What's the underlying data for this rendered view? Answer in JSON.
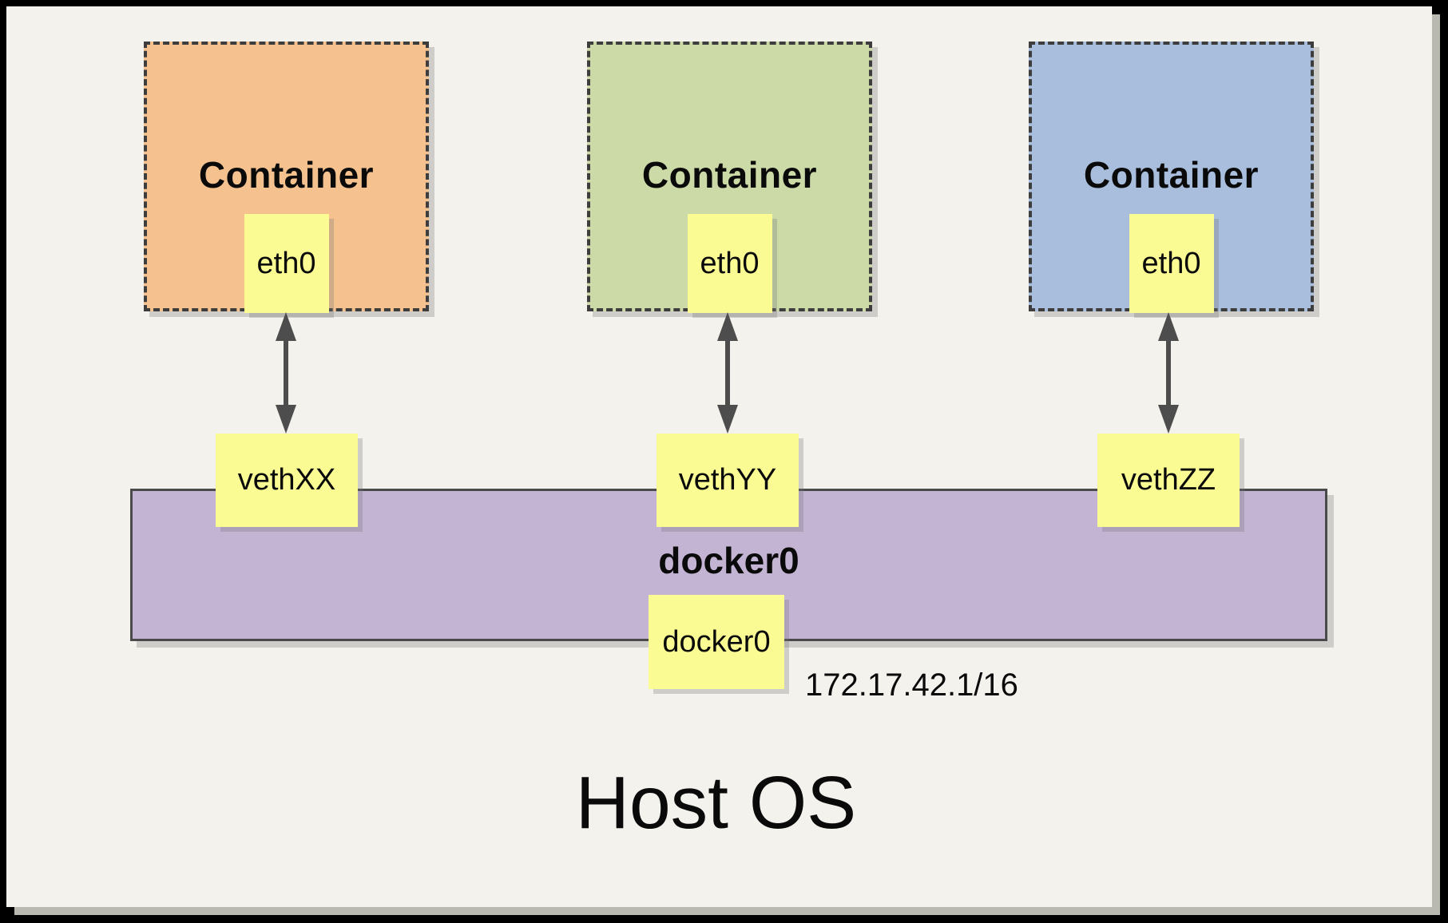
{
  "host": {
    "label": "Host OS"
  },
  "bridge": {
    "name": "docker0",
    "interface_label": "docker0",
    "ip": "172.17.42.1/16",
    "color": "#C3B4D4"
  },
  "containers": [
    {
      "label": "Container",
      "interface_label": "eth0",
      "veth_label": "vethXX",
      "color": "#F5C28F"
    },
    {
      "label": "Container",
      "interface_label": "eth0",
      "veth_label": "vethYY",
      "color": "#CBDAA7"
    },
    {
      "label": "Container",
      "interface_label": "eth0",
      "veth_label": "vethZZ",
      "color": "#A8BEDC"
    }
  ],
  "colors": {
    "background": "#F4F2EC",
    "frame": "#000000",
    "interface_chip": "#FBFB94",
    "dashed_border": "#3D3D3D",
    "bridge_border": "#4A4A4A",
    "arrow": "#4D4D4D",
    "text": "#0A0A0A",
    "panel_shadow": "#B9B9B2"
  }
}
